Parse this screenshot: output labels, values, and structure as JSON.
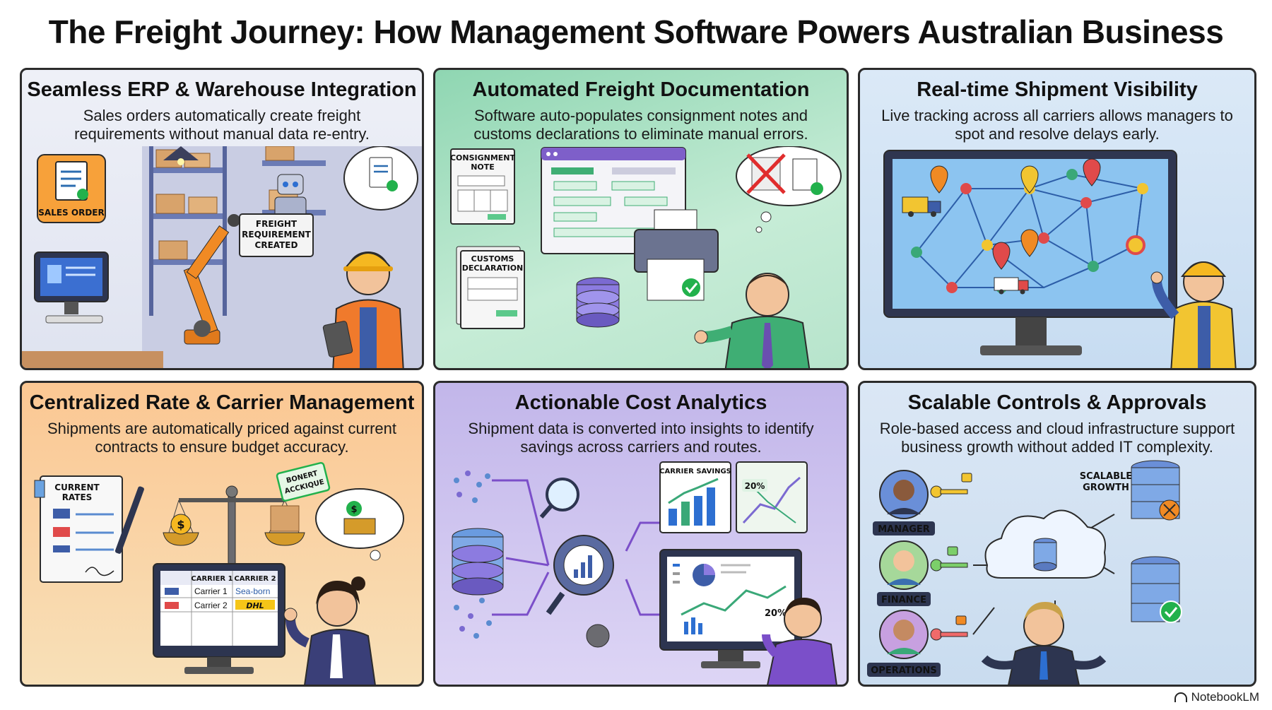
{
  "title": "The Freight Journey: How Management Software Powers Australian Business",
  "panels": [
    {
      "heading": "Seamless ERP & Warehouse Integration",
      "description": "Sales orders automatically create freight requirements without manual data re-entry.",
      "labels": {
        "sales_order": "SALES ORDER",
        "freight_line1": "FREIGHT",
        "freight_line2": "REQUIREMENT",
        "freight_line3": "CREATED"
      }
    },
    {
      "heading": "Automated Freight Documentation",
      "description": "Software auto-populates consignment notes and customs declarations to eliminate manual errors.",
      "labels": {
        "consignment_line1": "CONSIGNMENT",
        "consignment_line2": "NOTE",
        "customs_line1": "CUSTOMS",
        "customs_line2": "DECLARATION"
      }
    },
    {
      "heading": "Real-time Shipment Visibility",
      "description": "Live tracking across all carriers allows managers to spot and resolve delays early."
    },
    {
      "heading": "Centralized Rate & Carrier Management",
      "description": "Shipments are automatically priced against current contracts to ensure budget accuracy.",
      "labels": {
        "rates_line1": "CURRENT",
        "rates_line2": "RATES",
        "stamp_line1": "BONERT",
        "stamp_line2": "ACCKIQUE",
        "col1": "CARRIER 1",
        "col2": "CARRIER 2",
        "row1": "Carrier 1",
        "row2": "Carrier 2",
        "seaborn": "Sea-born",
        "dhl": "DHL"
      }
    },
    {
      "heading": "Actionable Cost Analytics",
      "description": "Shipment data is converted into insights to identify savings across carriers and routes.",
      "labels": {
        "carrier_savings": "CARRIER SAVINGS",
        "pct_map": "20%",
        "pct_screen": "20%"
      }
    },
    {
      "heading": "Scalable Controls & Approvals",
      "description": "Role-based access and cloud infrastructure support business growth without added IT complexity.",
      "labels": {
        "manager": "MANAGER",
        "finance": "FINANCE",
        "operations": "OPERATIONS",
        "growth_line1": "SCALABLE",
        "growth_line2": "GROWTH"
      }
    }
  ],
  "brand": "NotebookLM",
  "icons": [
    "document-icon",
    "check-icon",
    "robot-arm-icon",
    "robot-icon",
    "worker-icon",
    "computer-icon",
    "printer-icon",
    "database-icon",
    "map-pin-icon",
    "truck-icon",
    "scale-icon",
    "money-icon",
    "magnifier-icon",
    "gear-icon",
    "bar-chart-icon",
    "cloud-icon",
    "key-icon",
    "lock-icon",
    "server-icon"
  ],
  "colors": {
    "panel1": "#dfe3f0",
    "panel2": "#8fd6b2",
    "panel3": "#c7dcf1",
    "panel4": "#fbc793",
    "panel5": "#c2b6ea",
    "panel6": "#c9dcef",
    "accent_green": "#22b14c",
    "accent_orange": "#f08a24"
  }
}
